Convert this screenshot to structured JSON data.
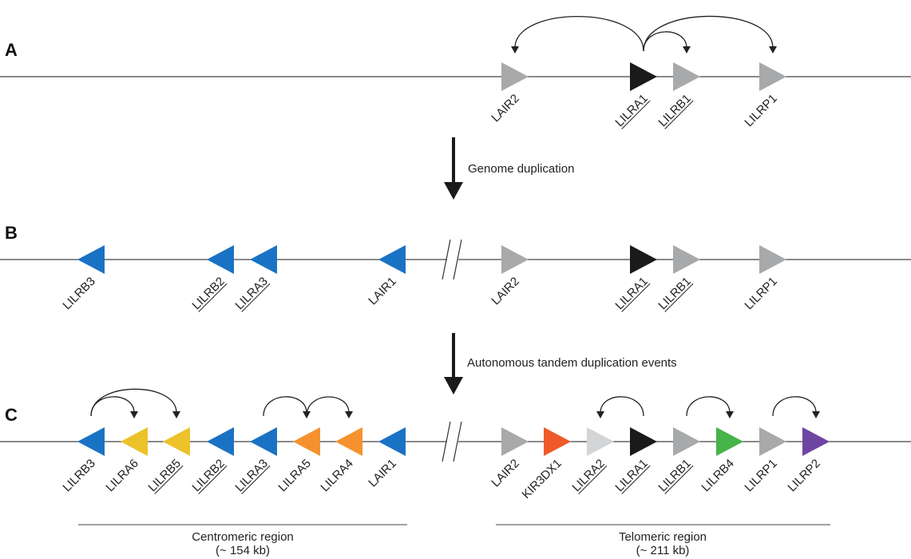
{
  "colors": {
    "blue": "#1a72c4",
    "gray": "#a8a9ab",
    "black": "#1a1a1a",
    "yellow": "#ecc22a",
    "orange": "#f5922f",
    "red": "#ef5a2a",
    "lightgray": "#d3d4d5",
    "green": "#47b348",
    "purple": "#6e45a2"
  },
  "panels": [
    {
      "id": "A",
      "letter": "A",
      "genes": [
        {
          "name": "LAIR2",
          "dir": "right",
          "color": "gray",
          "underline": false
        },
        {
          "name": "LILRA1",
          "dir": "right",
          "color": "black",
          "underline": true
        },
        {
          "name": "LILRB1",
          "dir": "right",
          "color": "gray",
          "underline": true
        },
        {
          "name": "LILRP1",
          "dir": "right",
          "color": "gray",
          "underline": false
        }
      ],
      "arcs": [
        {
          "from": "LILRA1",
          "to": "LAIR2"
        },
        {
          "from": "LILRA1",
          "to": "LILRB1"
        },
        {
          "from": "LILRA1",
          "to": "LILRP1"
        }
      ],
      "break": false
    },
    {
      "id": "B",
      "letter": "B",
      "genes": [
        {
          "name": "LILRB3",
          "dir": "left",
          "color": "blue",
          "underline": false
        },
        {
          "name": "LILRB2",
          "dir": "left",
          "color": "blue",
          "underline": true
        },
        {
          "name": "LILRA3",
          "dir": "left",
          "color": "blue",
          "underline": true
        },
        {
          "name": "LAIR1",
          "dir": "left",
          "color": "blue",
          "underline": false
        },
        {
          "name": "LAIR2",
          "dir": "right",
          "color": "gray",
          "underline": false
        },
        {
          "name": "LILRA1",
          "dir": "right",
          "color": "black",
          "underline": true
        },
        {
          "name": "LILRB1",
          "dir": "right",
          "color": "gray",
          "underline": true
        },
        {
          "name": "LILRP1",
          "dir": "right",
          "color": "gray",
          "underline": false
        }
      ],
      "arcs": [],
      "break": true
    },
    {
      "id": "C",
      "letter": "C",
      "genes": [
        {
          "name": "LILRB3",
          "dir": "left",
          "color": "blue",
          "underline": false
        },
        {
          "name": "LILRA6",
          "dir": "left",
          "color": "yellow",
          "underline": false
        },
        {
          "name": "LILRB5",
          "dir": "left",
          "color": "yellow",
          "underline": true
        },
        {
          "name": "LILRB2",
          "dir": "left",
          "color": "blue",
          "underline": true
        },
        {
          "name": "LILRA3",
          "dir": "left",
          "color": "blue",
          "underline": true
        },
        {
          "name": "LILRA5",
          "dir": "left",
          "color": "orange",
          "underline": false
        },
        {
          "name": "LILRA4",
          "dir": "left",
          "color": "orange",
          "underline": false
        },
        {
          "name": "LAIR1",
          "dir": "left",
          "color": "blue",
          "underline": false
        },
        {
          "name": "LAIR2",
          "dir": "right",
          "color": "gray",
          "underline": false
        },
        {
          "name": "KIR3DX1",
          "dir": "right",
          "color": "red",
          "underline": false
        },
        {
          "name": "LILRA2",
          "dir": "right",
          "color": "lightgray",
          "underline": true
        },
        {
          "name": "LILRA1",
          "dir": "right",
          "color": "black",
          "underline": true
        },
        {
          "name": "LILRB1",
          "dir": "right",
          "color": "gray",
          "underline": true
        },
        {
          "name": "LILRB4",
          "dir": "right",
          "color": "green",
          "underline": false
        },
        {
          "name": "LILRP1",
          "dir": "right",
          "color": "gray",
          "underline": false
        },
        {
          "name": "LILRP2",
          "dir": "right",
          "color": "purple",
          "underline": false
        }
      ],
      "arcs": [
        {
          "from": "LILRB3",
          "to": "LILRA6"
        },
        {
          "from": "LILRB3",
          "to": "LILRB5"
        },
        {
          "from": "LILRA3",
          "to": "LILRA5"
        },
        {
          "from": "LILRA5",
          "to": "LILRA4"
        },
        {
          "from": "LILRA1",
          "to": "LILRA2"
        },
        {
          "from": "LILRB1",
          "to": "LILRB4"
        },
        {
          "from": "LILRP1",
          "to": "LILRP2"
        }
      ],
      "break": true
    }
  ],
  "steps": [
    {
      "text": "Genome duplication"
    },
    {
      "text": "Autonomous tandem duplication events"
    }
  ],
  "regions": [
    {
      "title": "Centromeric region",
      "size": "(~ 154 kb)"
    },
    {
      "title": "Telomeric region",
      "size": "(~ 211 kb)"
    }
  ]
}
